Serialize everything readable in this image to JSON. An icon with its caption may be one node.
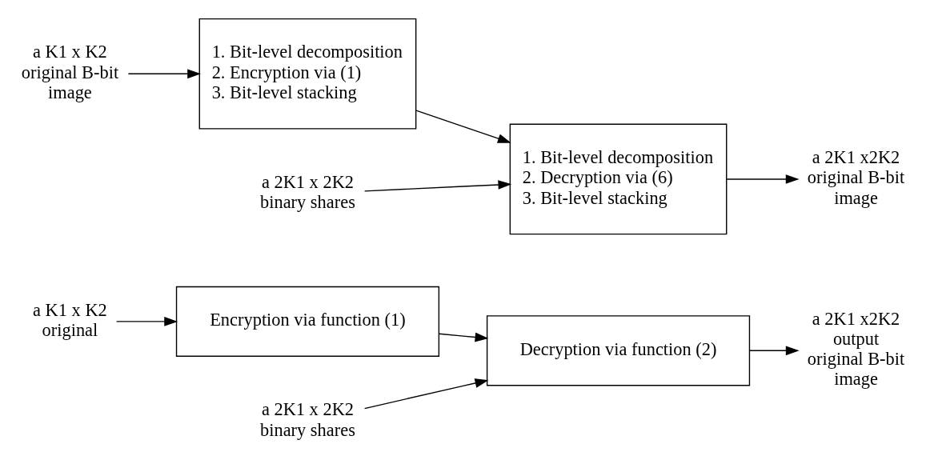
{
  "diagram": {
    "nodes": [
      {
        "text": [
          "a K1 x K2 original"
        ]
      },
      {
        "text": [
          "Encryption via function (1)"
        ]
      },
      {
        "text": [
          "a 2K1 x 2K2 binary shares"
        ]
      },
      {
        "text": [
          "Decryption via function (2)"
        ]
      },
      {
        "text": [
          "a 2K1 x2K2 output original B-bit image"
        ]
      },
      {
        "text": [
          "a K1 x K2 original B-bit image"
        ]
      },
      {
        "text": [
          "1. Bit-level decomposition",
          "2. Encryption via (1)",
          "3. Bit-level stacking"
        ]
      },
      {
        "text": [
          "a 2K1 x 2K2 binary shares"
        ]
      },
      {
        "text": [
          "1. Bit-level decomposition",
          "2. Decryption via (6)",
          "3. Bit-level stacking"
        ]
      },
      {
        "text": [
          "a 2K1 x2K2 original B-bit image"
        ]
      }
    ],
    "edges": [
      {
        "from": 0,
        "to": 1,
        "arrow": "to"
      },
      {
        "from": 1,
        "to": 3,
        "arrow": "to"
      },
      {
        "from": 2,
        "to": 3,
        "arrow": "to"
      },
      {
        "from": 3,
        "to": 4,
        "arrow": "to"
      },
      {
        "from": 5,
        "to": 6,
        "arrow": "to"
      },
      {
        "from": 6,
        "to": 8,
        "arrow": "to"
      },
      {
        "from": 7,
        "to": 8,
        "arrow": "to"
      },
      {
        "from": 8,
        "to": 9,
        "arrow": "to"
      }
    ]
  }
}
